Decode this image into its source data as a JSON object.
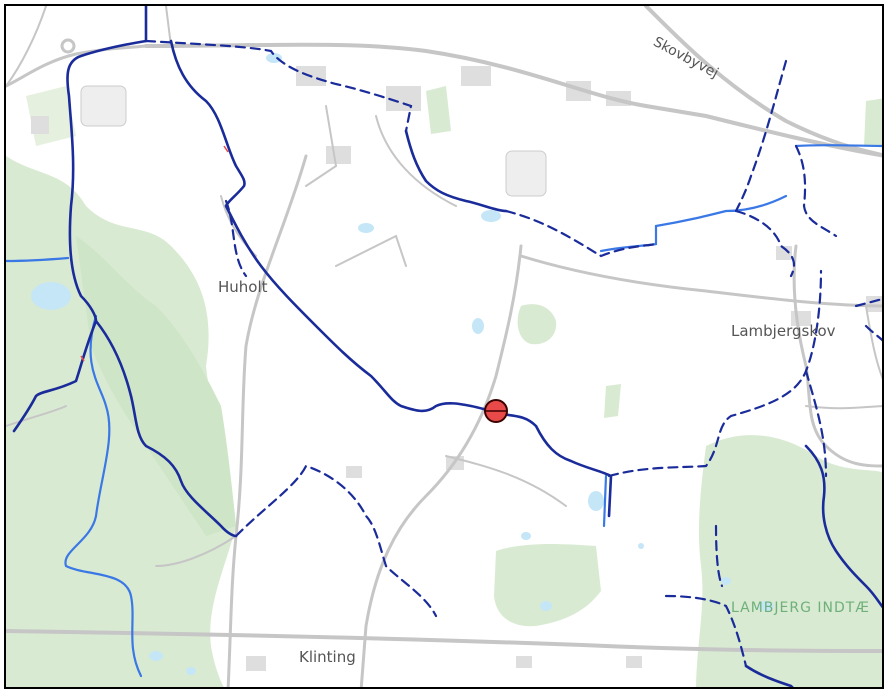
{
  "places": {
    "huholt": "Huholt",
    "lambjergskov": "Lambjergskov",
    "klinting": "Klinting"
  },
  "roads": {
    "skovbyvej": "Skovbyvej"
  },
  "areas": {
    "lambjerg_indtaegt": "LAMBJERG INDTÆ"
  },
  "colors": {
    "watercourse_main": "#1a2b9a",
    "watercourse_pipe": "#1a2b9a",
    "watercourse_light": "#3a78e6",
    "forest": "#d9ead2",
    "road": "#c6c6c6",
    "building": "#dedede",
    "lake": "#c5e6f7",
    "marker_fill": "#e84a4a",
    "marker_stroke": "#3a0000"
  },
  "marker": {
    "icon": "location-marker-icon"
  }
}
